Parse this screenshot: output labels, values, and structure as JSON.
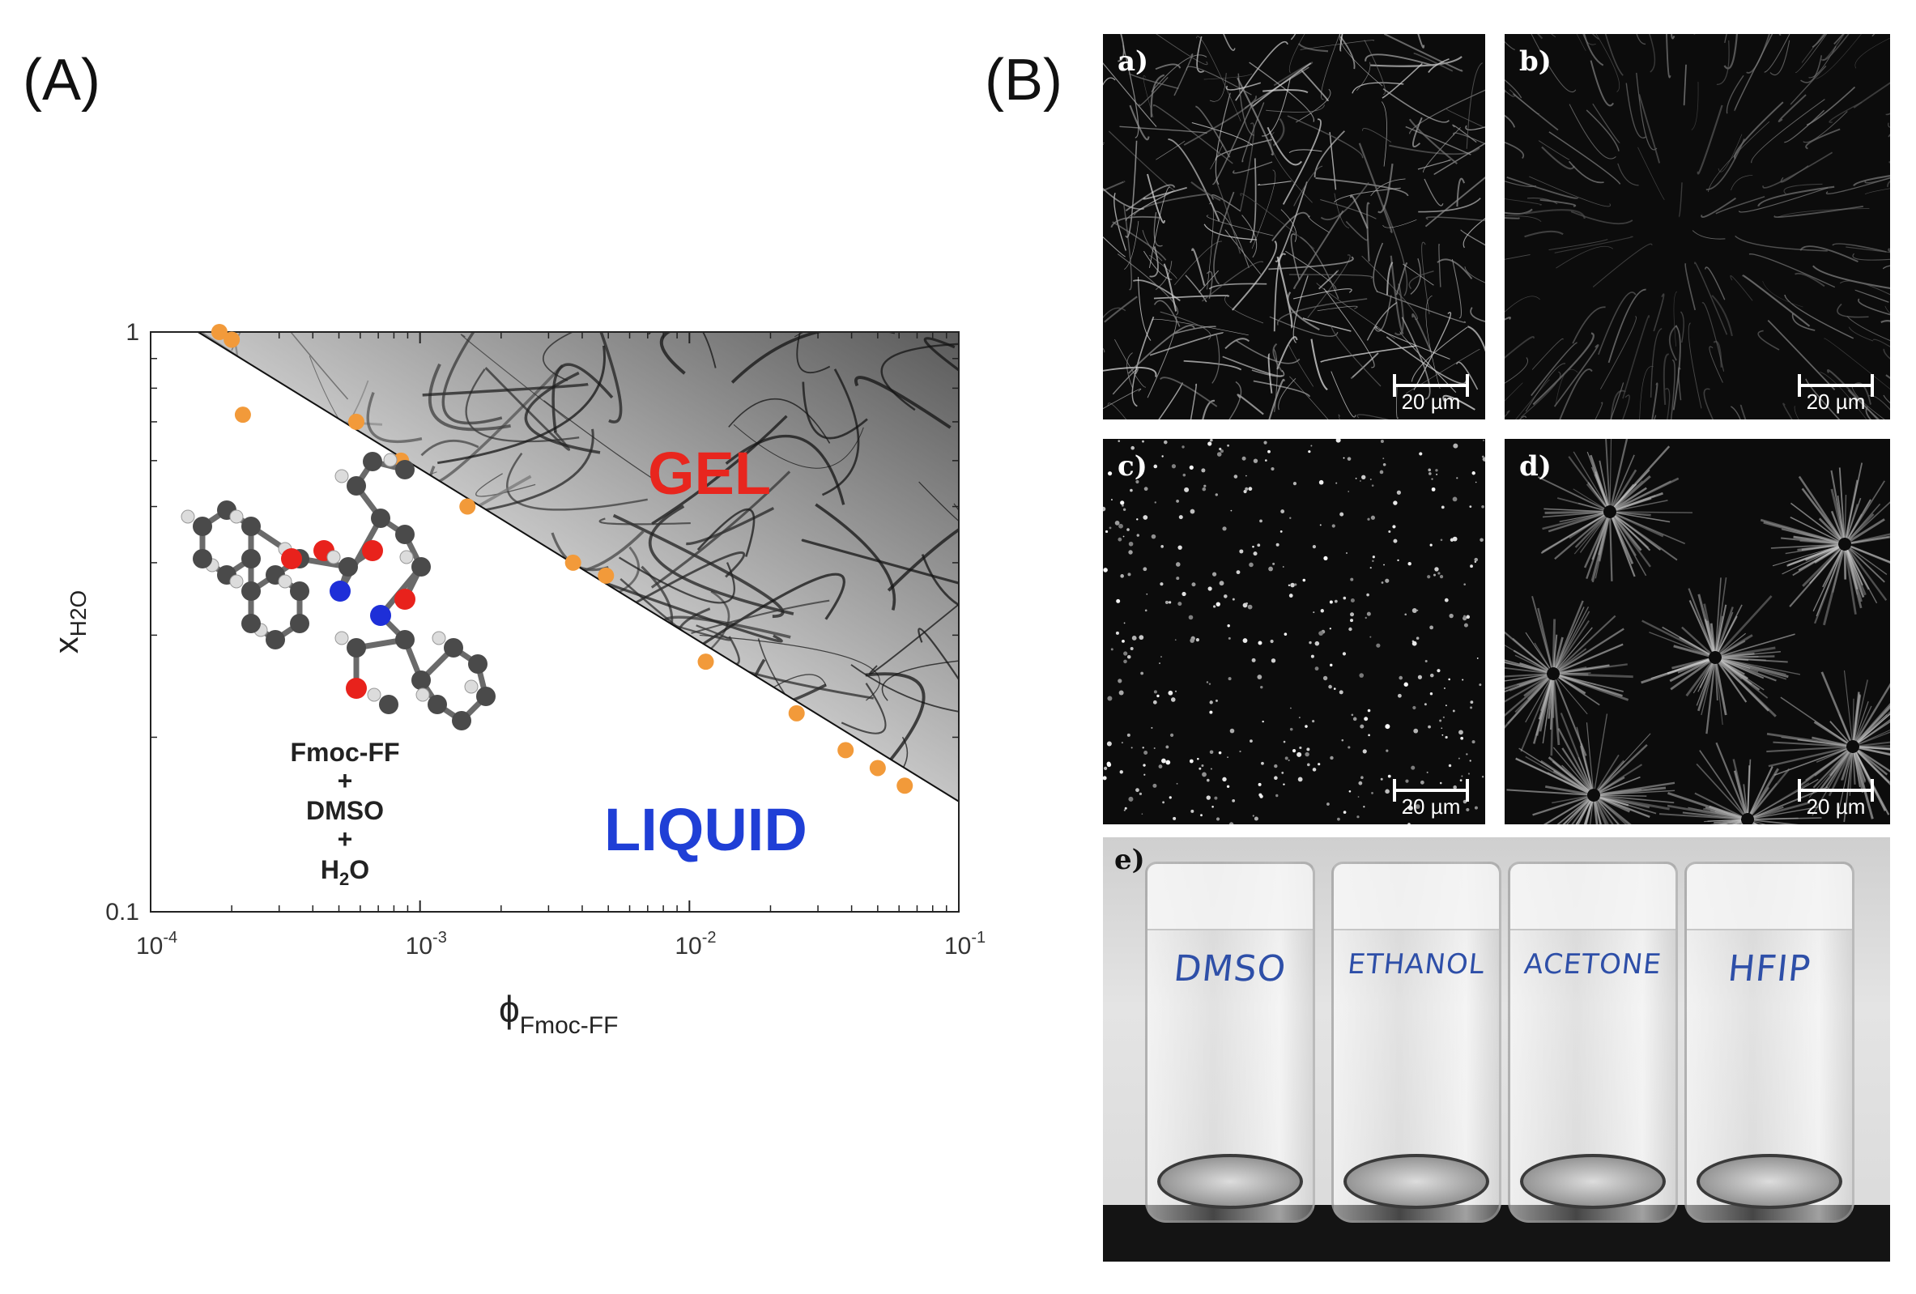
{
  "panels": {
    "a": "(A)",
    "b": "(B)"
  },
  "chart_data": {
    "type": "scatter",
    "title": "",
    "xlabel": "ϕ",
    "xlabel_sub": "Fmoc-FF",
    "ylabel": "x",
    "ylabel_sub": "H2O",
    "x_scale": "log",
    "y_scale": "log",
    "xlim": [
      0.0001,
      0.1
    ],
    "ylim": [
      0.1,
      1
    ],
    "x_ticks": [
      {
        "value": 0.0001,
        "base": "10",
        "exp": "-4"
      },
      {
        "value": 0.001,
        "base": "10",
        "exp": "-3"
      },
      {
        "value": 0.01,
        "base": "10",
        "exp": "-2"
      },
      {
        "value": 0.1,
        "base": "10",
        "exp": "-1"
      }
    ],
    "y_ticks": [
      {
        "value": 0.1,
        "label": "0.1"
      },
      {
        "value": 1,
        "label": "1"
      }
    ],
    "grid": false,
    "marker_color": "#f29a3a",
    "series": [
      {
        "x": [
          0.00018,
          0.0002,
          0.00022,
          0.00058,
          0.00085,
          0.0015,
          0.0037,
          0.0049,
          0.0115,
          0.025,
          0.038,
          0.05,
          0.063
        ],
        "y": [
          1.0,
          0.97,
          0.72,
          0.7,
          0.6,
          0.5,
          0.4,
          0.38,
          0.27,
          0.22,
          0.19,
          0.177,
          0.165
        ]
      }
    ],
    "boundary_line": {
      "x": [
        0.00015,
        0.1
      ],
      "y": [
        1.0,
        0.155
      ]
    },
    "regions": [
      {
        "label": "GEL",
        "color": "#e8261e"
      },
      {
        "label": "LIQUID",
        "color": "#1f3fd6"
      }
    ],
    "inset_text": [
      "Fmoc-FF",
      "+",
      "DMSO",
      "+",
      "H",
      "2",
      "O"
    ]
  },
  "micrographs": [
    {
      "label": "a)",
      "scale": "20 µm"
    },
    {
      "label": "b)",
      "scale": "20 µm"
    },
    {
      "label": "c)",
      "scale": "20 µm"
    },
    {
      "label": "d)",
      "scale": "20 µm"
    }
  ],
  "photo": {
    "label": "e)",
    "vials": [
      "DMSO",
      "ETHANOL",
      "ACETONE",
      "HFIP"
    ]
  }
}
